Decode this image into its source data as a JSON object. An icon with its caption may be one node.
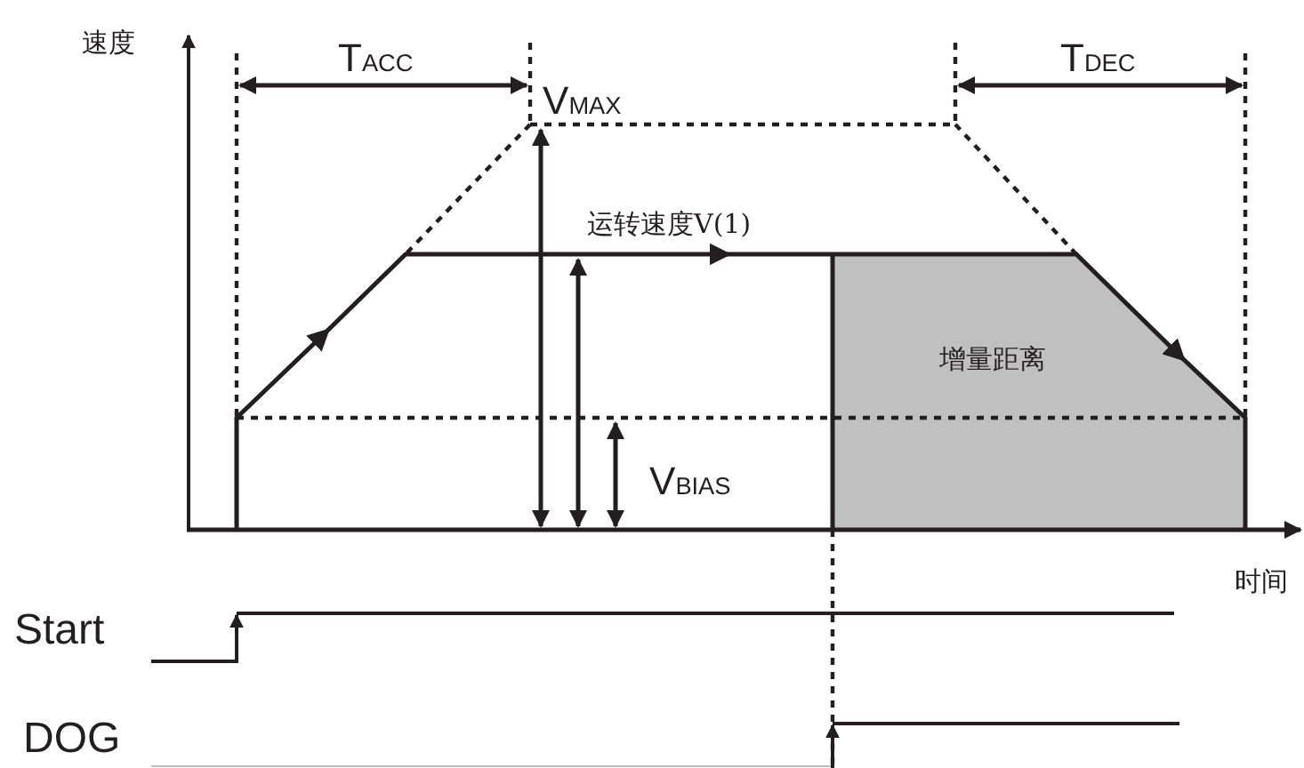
{
  "diagram": {
    "nodes": [
      {
        "text": [
          "增量距离"
        ]
      }
    ],
    "labels": [
      "速度",
      "T$_{ACC}$",
      "T$_{DEC}$",
      "V$_{MAX}$",
      "运转速度V(1)",
      "V$_{BIAS}$",
      "时间",
      "Start",
      "DOG"
    ]
  }
}
